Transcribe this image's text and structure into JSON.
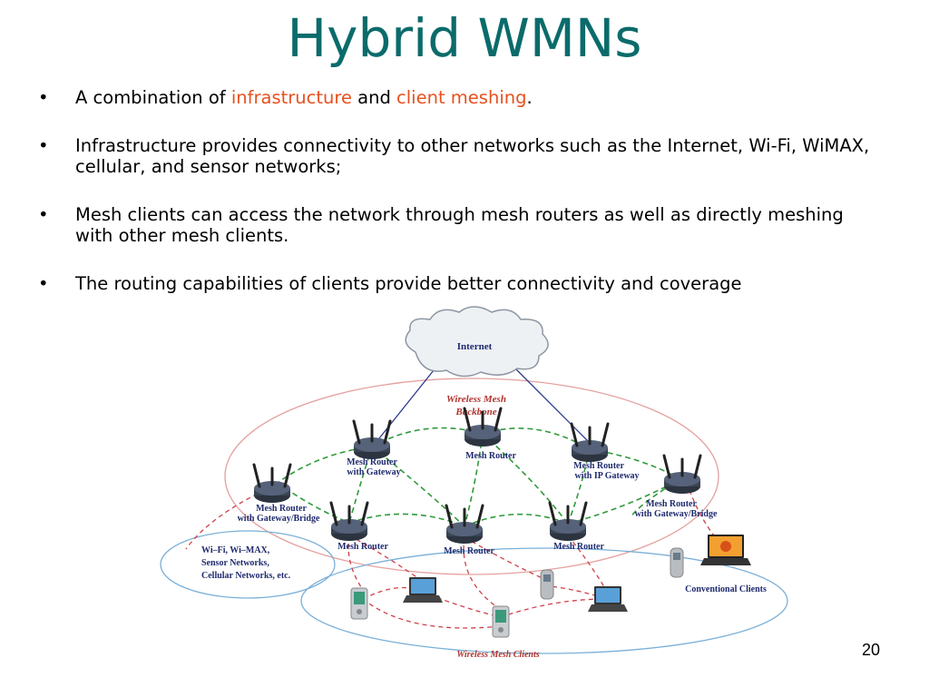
{
  "slide": {
    "title": "Hybrid WMNs",
    "page_number": "20",
    "bullet_glyph": "•",
    "bullets": {
      "b1": {
        "pre": "A combination of ",
        "term1": "infrastructure",
        "mid": " and ",
        "term2": "client meshing",
        "post": "."
      },
      "b2": "Infrastructure provides connectivity to other networks such as the Internet, Wi-Fi, WiMAX, cellular, and sensor networks;",
      "b3": "Mesh clients can access the network through mesh routers as well as directly meshing with other mesh clients.",
      "b4": "The routing capabilities of clients provide better connectivity and coverage"
    }
  },
  "diagram": {
    "internet": "Internet",
    "backbone_line1": "Wireless Mesh",
    "backbone_line2": "Backbone",
    "gw_left_l1": "Mesh Router",
    "gw_left_l2": "with Gateway",
    "router_top": "Mesh Router",
    "ipgw_l1": "Mesh Router",
    "ipgw_l2": "with IP Gateway",
    "bridge_left_l1": "Mesh Router",
    "bridge_left_l2": "with Gateway/Bridge",
    "bridge_right_l1": "Mesh Router",
    "bridge_right_l2": "with Gateway/Bridge",
    "router_low1": "Mesh Router",
    "router_low2": "Mesh Router",
    "router_low3": "Mesh Router",
    "networks_l1": "Wi–Fi, Wi–MAX,",
    "networks_l2": "Sensor Networks,",
    "networks_l3": "Cellular Networks, etc.",
    "conventional": "Conventional Clients",
    "clients": "Wireless Mesh Clients",
    "colors": {
      "label_blue": "#1f2a6e",
      "label_red": "#b0342e",
      "mesh_link": "#2f9a3a",
      "client_link": "#d0404a",
      "internet_link": "#2a3a8c"
    }
  }
}
